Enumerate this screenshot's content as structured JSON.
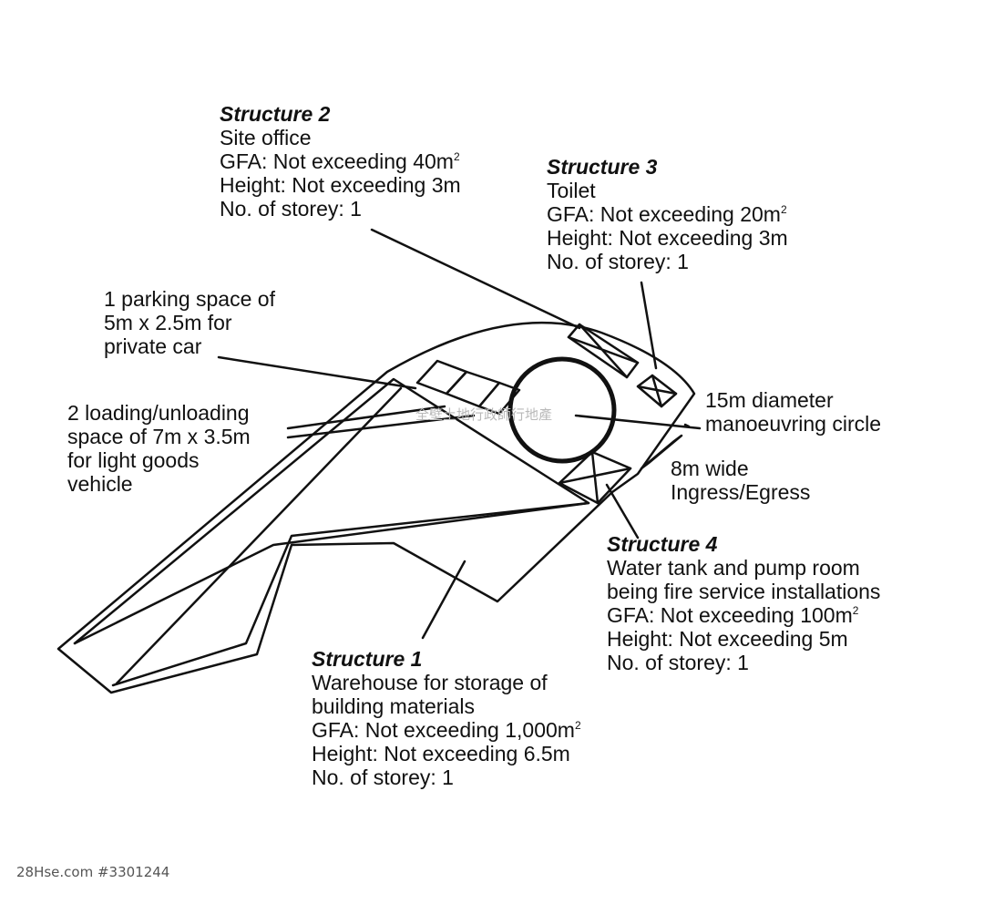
{
  "structure2": {
    "title": "Structure 2",
    "name": "Site office",
    "gfa_text": "GFA: Not exceeding 40m",
    "gfa_sup": "2",
    "height": "Height: Not exceeding 3m",
    "storey": "No. of storey: 1"
  },
  "structure3": {
    "title": "Structure 3",
    "name": "Toilet",
    "gfa_text": "GFA: Not exceeding 20m",
    "gfa_sup": "2",
    "height": "Height: Not exceeding 3m",
    "storey": "No. of storey: 1"
  },
  "structure4": {
    "title": "Structure 4",
    "name_line1": "Water tank and pump room",
    "name_line2": "being fire service installations",
    "gfa_text": "GFA: Not exceeding 100m",
    "gfa_sup": "2",
    "height": "Height: Not exceeding 5m",
    "storey": "No. of storey: 1"
  },
  "structure1": {
    "title": "Structure 1",
    "name_line1": "Warehouse for storage of",
    "name_line2": "building materials",
    "gfa_text": "GFA: Not exceeding 1,000m",
    "gfa_sup": "2",
    "height": "Height: Not exceeding 6.5m",
    "storey": "No. of storey: 1"
  },
  "parking": {
    "line1": "1 parking space of",
    "line2": "5m x 2.5m for",
    "line3": "private car"
  },
  "loading": {
    "line1": "2 loading/unloading",
    "line2": "space of 7m x 3.5m",
    "line3": "for light goods",
    "line4": "vehicle"
  },
  "circle": {
    "line1": "15m diameter",
    "line2": "manoeuvring circle"
  },
  "ingress": {
    "line1": "8m wide",
    "line2": "Ingress/Egress"
  },
  "watermark": "全壁土地行政師行地產",
  "credit": "28Hse.com #3301244",
  "colors": {
    "line": "#111111",
    "background": "#ffffff",
    "watermark": "#b9b9b9"
  }
}
